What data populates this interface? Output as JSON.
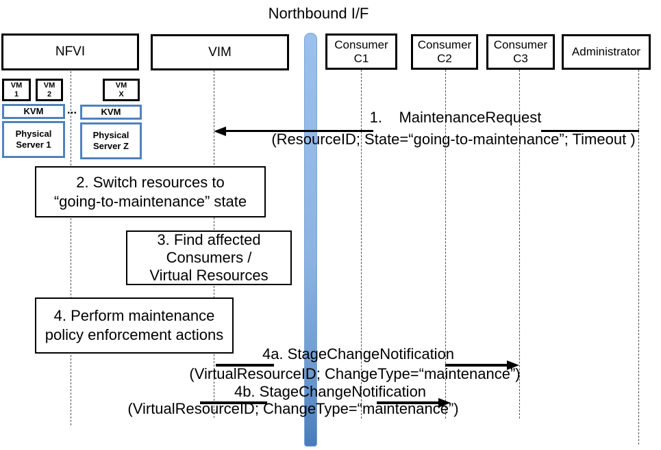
{
  "title": "Northbound I/F",
  "actors": {
    "nfvi": {
      "label": "NFVI"
    },
    "vim": {
      "label": "VIM"
    },
    "c1": {
      "line1": "Consumer",
      "line2": "C1"
    },
    "c2": {
      "line1": "Consumer",
      "line2": "C2"
    },
    "c3": {
      "line1": "Consumer",
      "line2": "C3"
    },
    "admin": {
      "label": "Administrator"
    }
  },
  "nfvi_internals": {
    "vm1": {
      "line1": "VM",
      "line2": "1"
    },
    "vm2": {
      "line1": "VM",
      "line2": "2"
    },
    "vmx": {
      "line1": "VM",
      "line2": "X"
    },
    "kvm1": {
      "label": "KVM"
    },
    "kvm2": {
      "label": "KVM"
    },
    "dots": "...",
    "server1": {
      "line1": "Physical",
      "line2": "Server 1"
    },
    "serverz": {
      "line1": "Physical",
      "line2": "Server Z"
    }
  },
  "steps": {
    "step2": {
      "line1": "2. Switch resources to",
      "line2": "“going-to-maintenance” state"
    },
    "step3": {
      "line1": "3. Find affected",
      "line2": "Consumers /",
      "line3": "Virtual Resources"
    },
    "step4": {
      "line1": "4. Perform maintenance",
      "line2": "policy enforcement actions"
    }
  },
  "messages": {
    "m1": {
      "label": "1.    MaintenanceRequest",
      "params": "(ResourceID; State=“going-to-maintenance”; Timeout )"
    },
    "m4a": {
      "label": "4a. StageChangeNotification",
      "params": "(VirtualResourceID; ChangeType=“maintenance”)"
    },
    "m4b": {
      "label": "4b. StageChangeNotification",
      "params": "(VirtualResourceID; ChangeType=“maintenance”)"
    }
  },
  "colors": {
    "accent_blue": "#4F81BD",
    "bar_top": "#9CC0EC",
    "bar_bottom": "#4A7CBA",
    "lifeline": "#4D4D4D"
  }
}
